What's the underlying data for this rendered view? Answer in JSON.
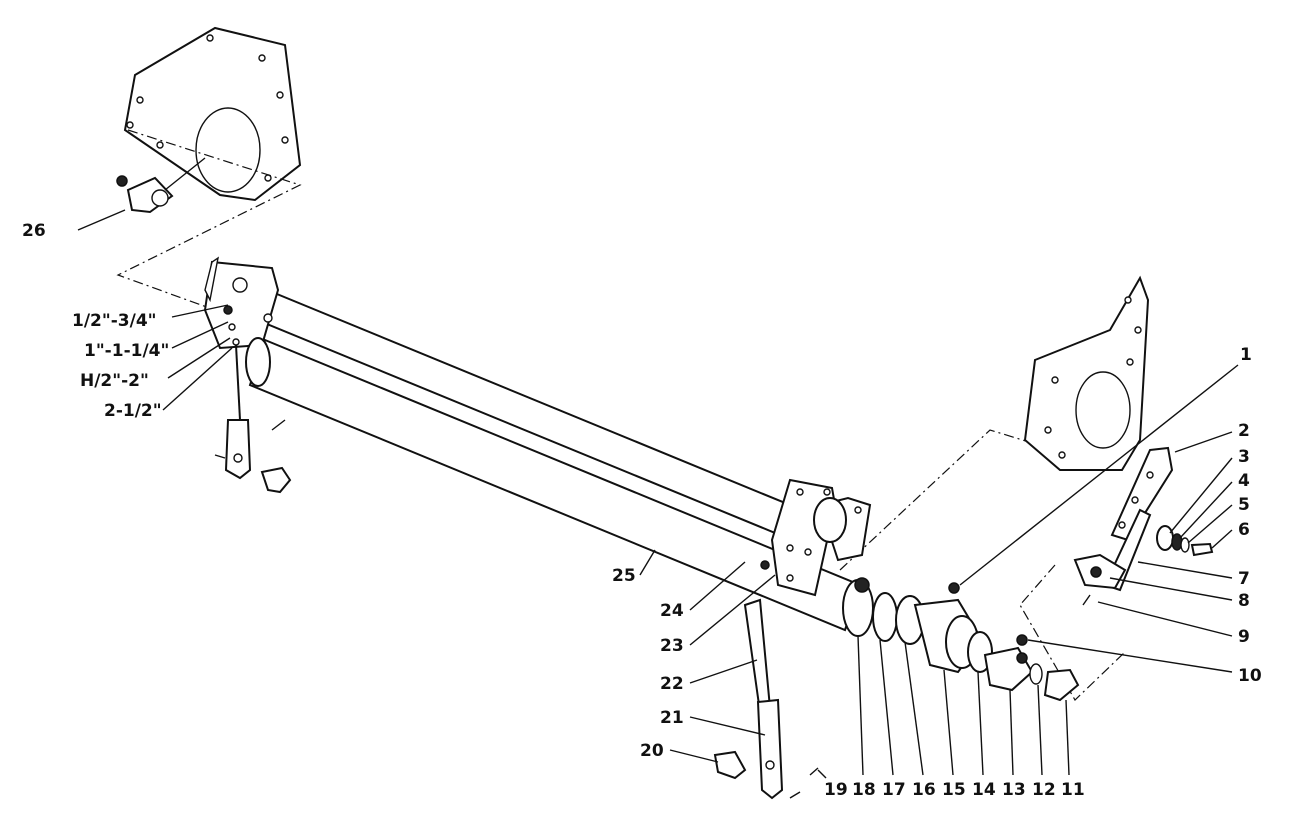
{
  "labels": {
    "l1": "1",
    "l2": "2",
    "l3": "3",
    "l4": "4",
    "l5": "5",
    "l6": "6",
    "l7": "7",
    "l8": "8",
    "l9": "9",
    "l10": "10",
    "l11": "11",
    "l12": "12",
    "l13": "13",
    "l14": "14",
    "l15": "15",
    "l16": "16",
    "l17": "17",
    "l18": "18",
    "l19": "19",
    "l20": "20",
    "l21": "21",
    "l22": "22",
    "l23": "23",
    "l24": "24",
    "l25": "25",
    "l26": "26"
  },
  "heights": {
    "h1": "1/2\"-3/4\"",
    "h2": "1\"-1-1/4\"",
    "h3": "H/2\"-2\"",
    "h4": "2-1/2\""
  }
}
